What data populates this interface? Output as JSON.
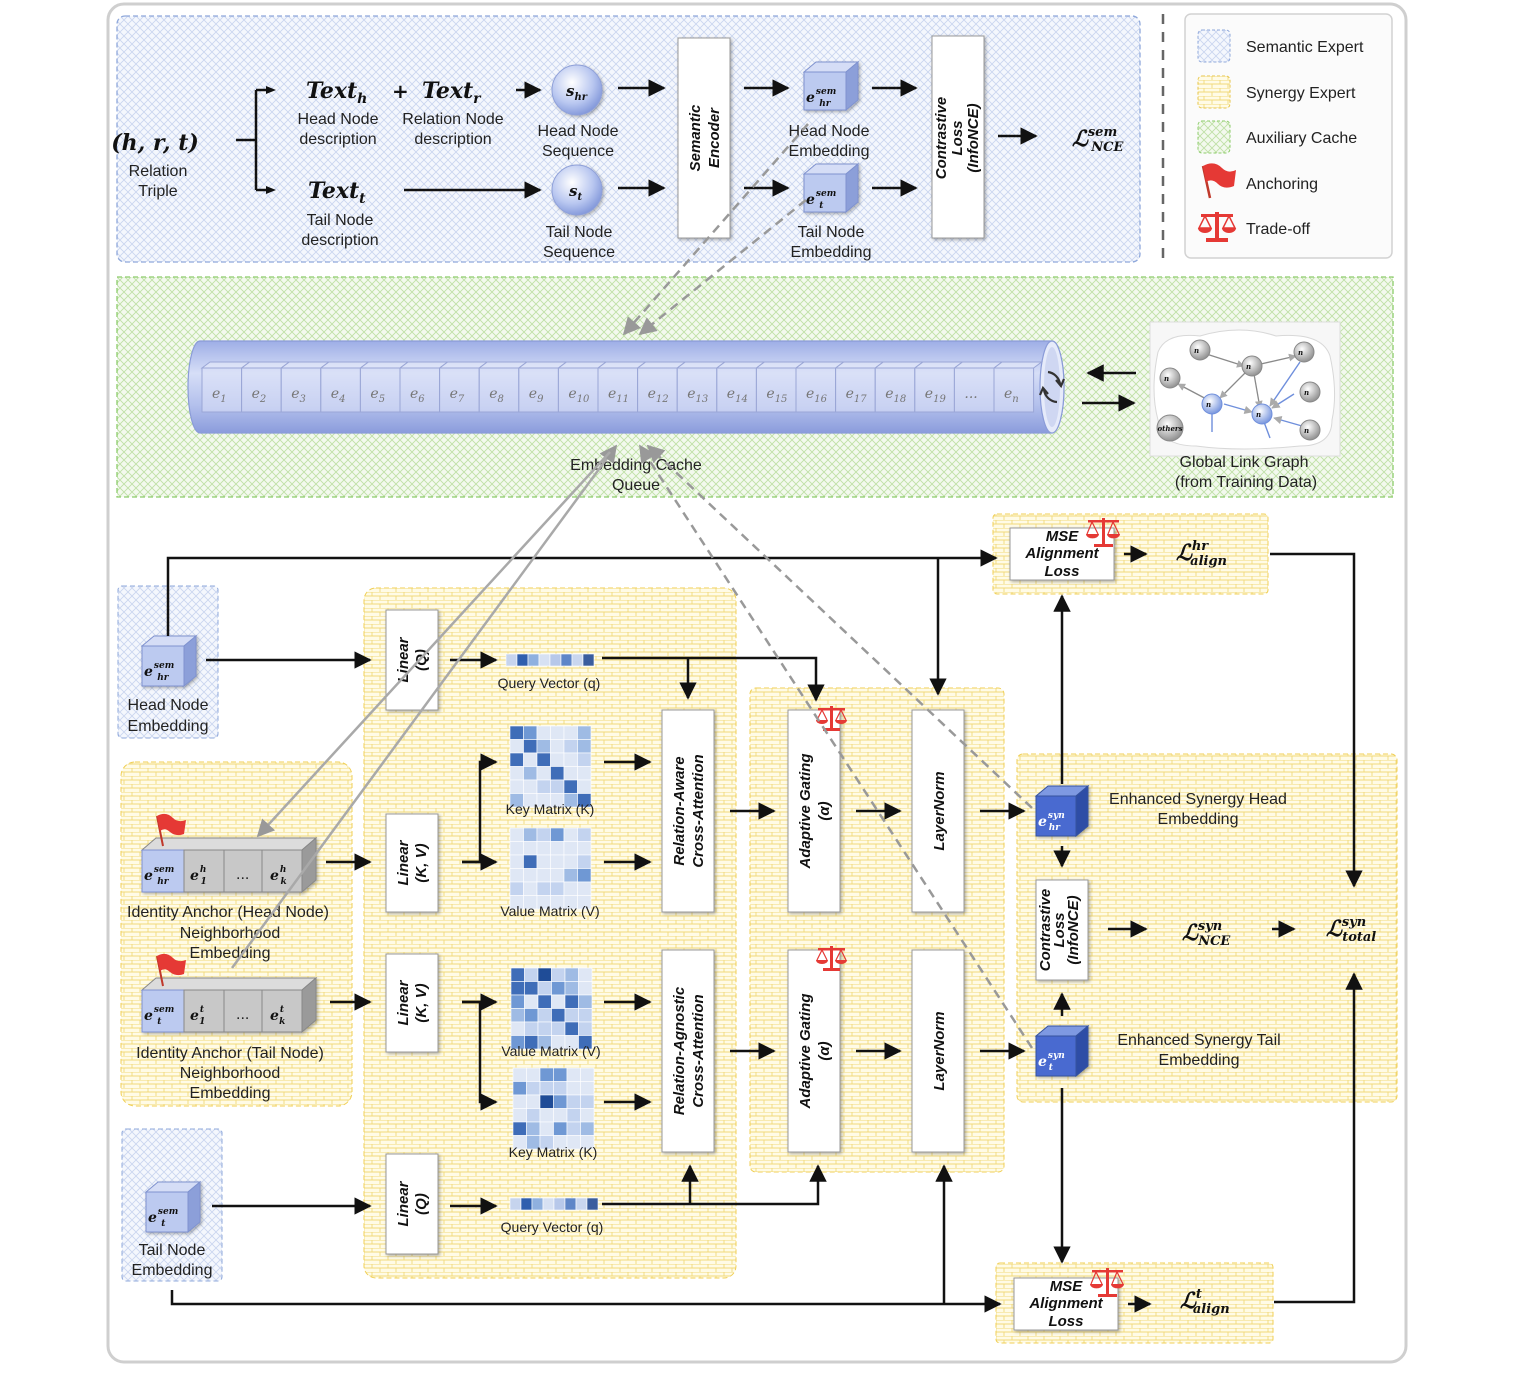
{
  "legend": {
    "semantic": "Semantic Expert",
    "synergy": "Synergy Expert",
    "cache": "Auxiliary Cache",
    "anchoring": "Anchoring",
    "tradeoff": "Trade-off"
  },
  "semantic": {
    "triple": "(h, r, t)",
    "triple_caption": [
      "Relation",
      "Triple"
    ],
    "text_h": "Text",
    "text_h_sub": "h",
    "text_r": "Text",
    "text_r_sub": "r",
    "text_t": "Text",
    "text_t_sub": "t",
    "plus": "+",
    "head_desc": [
      "Head Node",
      "description"
    ],
    "rel_desc": [
      "Relation Node",
      "description"
    ],
    "tail_desc": [
      "Tail Node",
      "description"
    ],
    "s_hr": "s",
    "s_hr_sub": "hr",
    "s_t": "s",
    "s_t_sub": "t",
    "head_seq": [
      "Head Node",
      "Sequence"
    ],
    "tail_seq": [
      "Tail Node",
      "Sequence"
    ],
    "encoder": [
      "Semantic",
      "Encoder"
    ],
    "head_emb": [
      "Head Node",
      "Embedding"
    ],
    "tail_emb": [
      "Tail Node",
      "Embedding"
    ],
    "contrastive": [
      "Contrastive",
      "Loss",
      "(InfoNCE)"
    ],
    "loss_nce": "ℒ",
    "loss_nce_sup": "sem",
    "loss_nce_sub": "NCE"
  },
  "cache": {
    "cells": [
      "e1",
      "e2",
      "e3",
      "e4",
      "e5",
      "e6",
      "e7",
      "e8",
      "e9",
      "e10",
      "e11",
      "e12",
      "e13",
      "e14",
      "e15",
      "e16",
      "e17",
      "e18",
      "e19",
      "...",
      "en"
    ],
    "cell_subs": [
      "1",
      "2",
      "3",
      "4",
      "5",
      "6",
      "7",
      "8",
      "9",
      "10",
      "11",
      "12",
      "13",
      "14",
      "15",
      "16",
      "17",
      "18",
      "19",
      "",
      "n"
    ],
    "caption": [
      "Embedding Cache",
      "Queue"
    ],
    "graph_caption": [
      "Global Link Graph",
      "(from Training Data)"
    ],
    "graph_others": "others"
  },
  "synergy": {
    "head_emb": [
      "Head Node",
      "Embedding"
    ],
    "tail_emb": [
      "Tail Node",
      "Embedding"
    ],
    "anchor_head": [
      "Identity Anchor (Head Node)",
      "Neighborhood",
      "Embedding"
    ],
    "anchor_tail": [
      "Identity Anchor (Tail Node)",
      "Neighborhood",
      "Embedding"
    ],
    "anchor_dots": "...",
    "linear_q": [
      "Linear",
      "(Q)"
    ],
    "linear_kv": [
      "Linear",
      "(K, V)"
    ],
    "query_vec": "Query Vector (q)",
    "key_mat": "Key Matrix (K)",
    "value_mat": "Value Matrix (V)",
    "rel_aware": [
      "Relation-Aware",
      "Cross-Attention"
    ],
    "rel_agnostic": [
      "Relation-Agnostic",
      "Cross-Attention"
    ],
    "gating": [
      "Adaptive Gating",
      "(α)"
    ],
    "layernorm": "LayerNorm",
    "enh_head": [
      "Enhanced Synergy Head",
      "Embedding"
    ],
    "enh_tail": [
      "Enhanced Synergy Tail",
      "Embedding"
    ],
    "contrastive": [
      "Contrastive",
      "Loss",
      "(InfoNCE)"
    ],
    "mse": [
      "MSE",
      "Alignment",
      "Loss"
    ],
    "loss_align_hr_sup": "hr",
    "loss_align_t_sup": "t",
    "loss_align_sub": "align",
    "loss_syn_sup": "syn",
    "loss_syn_sub": "NCE",
    "loss_total_sup": "syn",
    "loss_total_sub": "total",
    "L": "ℒ"
  },
  "colors": {
    "semantic": "#9fb4e0",
    "synergy": "#f5d96b",
    "cache": "#9ccc7a",
    "tube": "#b6c2ec",
    "cube": "#a9b8e8",
    "cube_dark": "#3f62c8"
  }
}
